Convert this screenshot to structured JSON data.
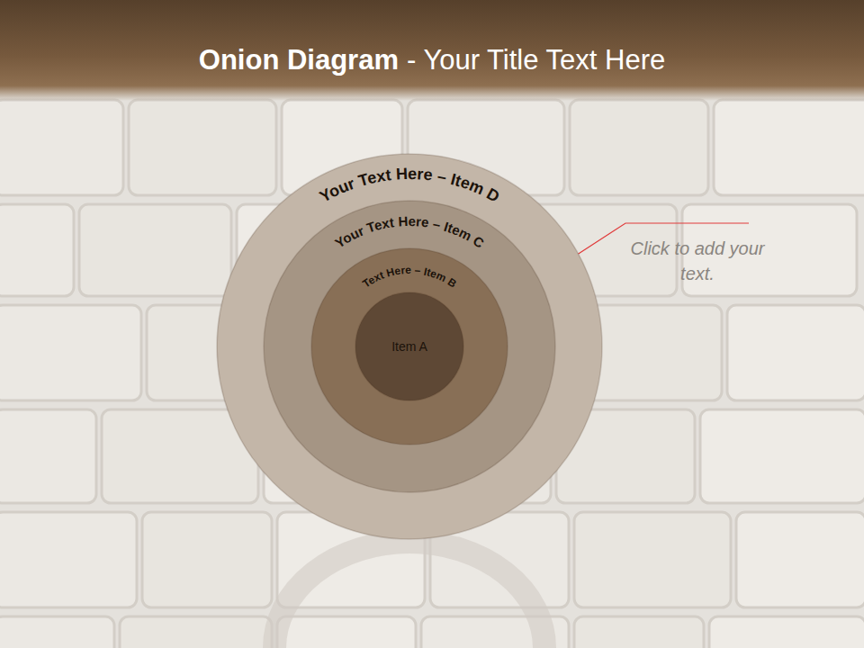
{
  "diagram": {
    "title": "Onion Diagram",
    "nodes": [
      {
        "text": [
          "Your Text Here – Item D"
        ]
      },
      {
        "text": [
          "Your Text Here – Item C"
        ],
        "in": 0
      },
      {
        "text": [
          "Text Here – Item B"
        ],
        "in": 1
      },
      {
        "text": [
          "Item A"
        ],
        "in": 2
      }
    ],
    "labels": [
      "- Your Title Text Here",
      "Click to add your text."
    ]
  }
}
